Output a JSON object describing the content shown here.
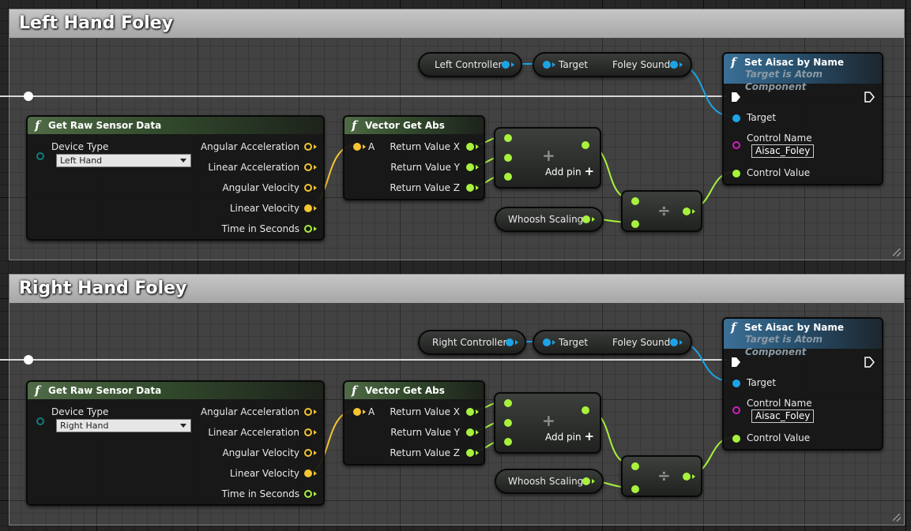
{
  "left": {
    "comment_title": "Left Hand Foley",
    "controller_label": "Left Controller",
    "sensor_node": {
      "title": "Get Raw Sensor Data",
      "device_type_label": "Device Type",
      "device_type_value": "Left Hand",
      "outputs": [
        "Angular Acceleration",
        "Linear Acceleration",
        "Angular Velocity",
        "Linear Velocity",
        "Time in Seconds"
      ]
    },
    "abs_node": {
      "title": "Vector Get Abs",
      "input": "A",
      "outputs": [
        "Return Value X",
        "Return Value Y",
        "Return Value Z"
      ]
    },
    "add_node": {
      "symbol": "+",
      "add_pin_label": "Add pin"
    },
    "get_node": {
      "input": "Target",
      "output": "Foley Sound"
    },
    "whoosh_label": "Whoosh Scaling",
    "divide_symbol": "÷",
    "set_node": {
      "title": "Set Aisac by Name",
      "subtitle": "Target is Atom Component",
      "target_label": "Target",
      "control_name_label": "Control Name",
      "control_name_value": "Aisac_Foley",
      "control_value_label": "Control Value"
    }
  },
  "right": {
    "comment_title": "Right Hand Foley",
    "controller_label": "Right Controller",
    "sensor_node": {
      "title": "Get Raw Sensor Data",
      "device_type_label": "Device Type",
      "device_type_value": "Right Hand",
      "outputs": [
        "Angular Acceleration",
        "Linear Acceleration",
        "Angular Velocity",
        "Linear Velocity",
        "Time in Seconds"
      ]
    },
    "abs_node": {
      "title": "Vector Get Abs",
      "input": "A",
      "outputs": [
        "Return Value X",
        "Return Value Y",
        "Return Value Z"
      ]
    },
    "add_node": {
      "symbol": "+",
      "add_pin_label": "Add pin"
    },
    "get_node": {
      "input": "Target",
      "output": "Foley Sound"
    },
    "whoosh_label": "Whoosh Scaling",
    "divide_symbol": "÷",
    "set_node": {
      "title": "Set Aisac by Name",
      "subtitle": "Target is Atom Component",
      "target_label": "Target",
      "control_name_label": "Control Name",
      "control_name_value": "Aisac_Foley",
      "control_value_label": "Control Value"
    }
  },
  "colors": {
    "float_pin": "#a8f23e",
    "vector_pin": "#f6c430",
    "object_pin": "#1ca4e6",
    "name_pin": "#d21ec4",
    "exec_wire": "#e0e0e0"
  }
}
